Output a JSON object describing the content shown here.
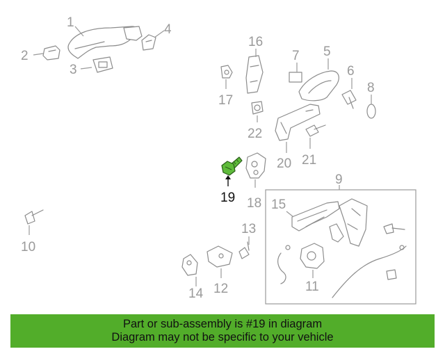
{
  "callouts": {
    "c1": "1",
    "c2": "2",
    "c3": "3",
    "c4": "4",
    "c5": "5",
    "c6": "6",
    "c7": "7",
    "c8": "8",
    "c9": "9",
    "c10": "10",
    "c11": "11",
    "c12": "12",
    "c13": "13",
    "c14": "14",
    "c15": "15",
    "c16": "16",
    "c17": "17",
    "c18": "18",
    "c19": "19",
    "c20": "20",
    "c21": "21",
    "c22": "22"
  },
  "highlighted_part": "19",
  "colors": {
    "highlight": "#5fbb3b",
    "banner": "#52ad2a",
    "lines": "#9a9a9a"
  },
  "banner": {
    "line1": "Part or sub-assembly is #19 in diagram",
    "line2": "Diagram may not be specific to your vehicle"
  }
}
